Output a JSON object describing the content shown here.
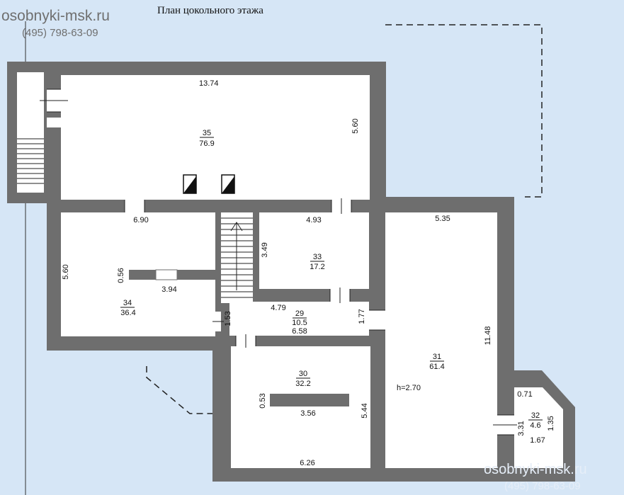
{
  "title": "План цокольного этажа",
  "watermark": {
    "site": "osobnyki-msk.ru",
    "phone": "(495)  798-63-09",
    "phone_bottom": "(495)  798-63-09"
  },
  "colors": {
    "background": "#d6e6f6",
    "room_fill": "#ffffff",
    "wall": "#6e6e6e",
    "ink": "#111111"
  },
  "rooms": [
    {
      "number": "35",
      "area": "76.9"
    },
    {
      "number": "34",
      "area": "36.4"
    },
    {
      "number": "33",
      "area": "17.2"
    },
    {
      "number": "29",
      "area": "10.5"
    },
    {
      "number": "30",
      "area": "32.2"
    },
    {
      "number": "31",
      "area": "61.4"
    },
    {
      "number": "32",
      "area": "4.6"
    }
  ],
  "dimensions": {
    "r35_width": "13.74",
    "r35_height": "5.60",
    "r34_width": "6.90",
    "r34_height": "5.60",
    "r34_inner_wall_len": "3.94",
    "r34_inner_wall_thk": "0.56",
    "r33_width": "4.93",
    "r33_height": "3.49",
    "r29_top": "4.79",
    "r29_bottom": "6.58",
    "r29_left": "1.53",
    "r29_right": "1.77",
    "r30_width": "6.26",
    "r30_height": "5.44",
    "r30_inner_wall_len": "3.56",
    "r30_inner_wall_thk": "0.53",
    "r31_width": "5.35",
    "r31_height": "11.48",
    "ceiling_height": "h=2.70",
    "r32_top": "0.71",
    "r32_bottom": "1.67",
    "r32_left": "3.31",
    "r32_right": "1.35"
  }
}
